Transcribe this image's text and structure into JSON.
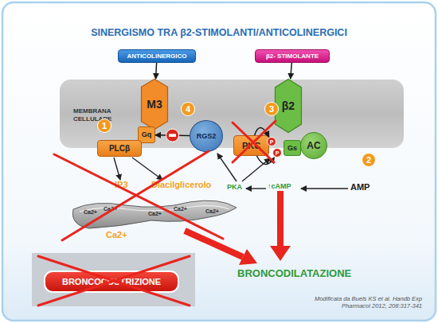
{
  "diagram": {
    "title": "SINERGISMO TRA β2-STIMOLANTI/ANTICOLINERGICI",
    "caption": "Modificata da Buels KS et al. Handb Exp Pharmacol 2012, 208:317-341",
    "nodes": [
      {
        "text": [
          "ANTICOLINERGICO"
        ]
      },
      {
        "text": [
          "β2- STIMOLANTE"
        ]
      },
      {
        "text": [
          "MEMBRANA CELLULARE"
        ]
      },
      {
        "text": [
          "M3"
        ],
        "in": 2
      },
      {
        "text": [
          "RGS2"
        ],
        "in": 2
      },
      {
        "text": [
          "β2"
        ],
        "in": 2
      },
      {
        "text": [
          "Gq"
        ],
        "in": 2
      },
      {
        "text": [
          "PLCβ"
        ]
      },
      {
        "text": [
          "PKC"
        ]
      },
      {
        "text": [
          "Gs"
        ]
      },
      {
        "text": [
          "AC"
        ]
      },
      {
        "text": [
          "P"
        ]
      },
      {
        "text": [
          "P"
        ]
      },
      {
        "text": [
          "BRONCOCOSTRIZIONE"
        ]
      }
    ],
    "edges": [
      {
        "from": 0,
        "to": 3,
        "arrow": "to"
      },
      {
        "from": 1,
        "to": 5,
        "arrow": "to"
      },
      {
        "from": 4,
        "to": 6,
        "arrow": "to"
      },
      {
        "from": 8,
        "to": 11,
        "arrow": "to"
      },
      {
        "from": 8,
        "to": 12,
        "arrow": "to"
      }
    ],
    "labels": [
      "4",
      "3",
      "1",
      "2",
      "IP3",
      "Diacilglicerolo",
      "Ca2+",
      "Ca2+",
      "Ca2+",
      "Ca2+",
      "Ca2+",
      "Ca2+",
      "PKA",
      "↑cAMP",
      "AMP",
      "BRONCODILATAZIONE"
    ]
  }
}
